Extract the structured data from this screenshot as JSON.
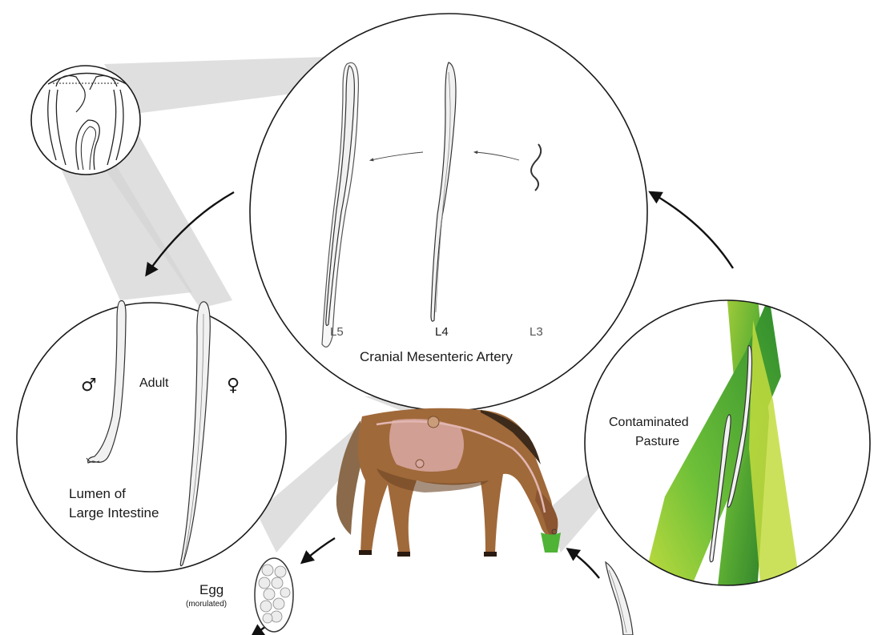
{
  "title": "",
  "labels": {
    "adult": "Adult",
    "male_symbol": "♂",
    "female_symbol": "♀",
    "lumen_line1": "Lumen of",
    "lumen_line2": "Large Intestine",
    "cranial": "Cranial Mesenteric Artery",
    "pasture_line1": "Contaminated",
    "pasture_line2": "Pasture",
    "egg": "Egg",
    "egg_sub": "(morulated)",
    "stage_l5": "L5",
    "stage_l4": "L4",
    "stage_l3": "L3"
  },
  "colors": {
    "horse_body": "#a0693a",
    "horse_dark": "#6b4424",
    "horse_organ": "#d9a9a3",
    "grass_dark": "#2f8a2c",
    "grass_light": "#b8d63a",
    "wedge": "#d4d4d4"
  },
  "icons": {
    "mouthparts": "nematode-buccal-capsule-icon",
    "horse": "grazing-horse-icon",
    "egg": "morulated-egg-icon"
  }
}
